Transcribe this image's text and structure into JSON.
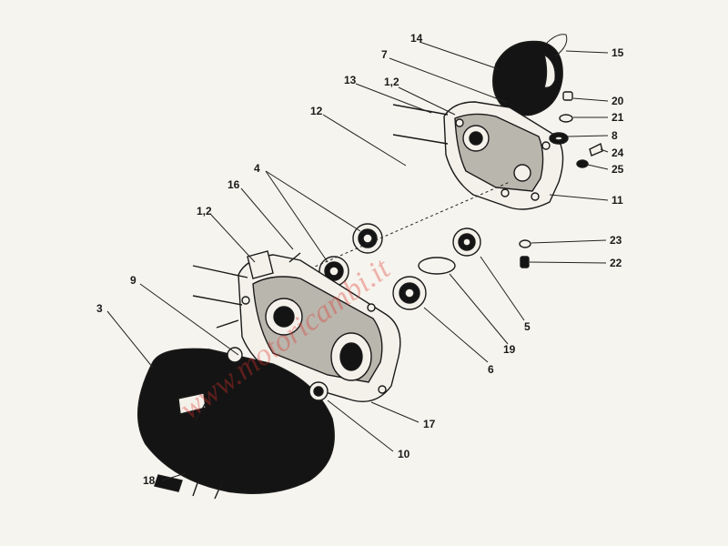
{
  "diagram": {
    "watermark": "www.motoricambi.it",
    "callouts": [
      {
        "id": "c1",
        "label": "14"
      },
      {
        "id": "c2",
        "label": "15"
      },
      {
        "id": "c3",
        "label": "7"
      },
      {
        "id": "c4",
        "label": "20"
      },
      {
        "id": "c5",
        "label": "13"
      },
      {
        "id": "c6",
        "label": "1,2"
      },
      {
        "id": "c7",
        "label": "21"
      },
      {
        "id": "c8",
        "label": "12"
      },
      {
        "id": "c9",
        "label": "8"
      },
      {
        "id": "c10",
        "label": "24"
      },
      {
        "id": "c11",
        "label": "25"
      },
      {
        "id": "c12",
        "label": "4"
      },
      {
        "id": "c13",
        "label": "16"
      },
      {
        "id": "c14",
        "label": "11"
      },
      {
        "id": "c15",
        "label": "1,2"
      },
      {
        "id": "c16",
        "label": "23"
      },
      {
        "id": "c17",
        "label": "22"
      },
      {
        "id": "c18",
        "label": "9"
      },
      {
        "id": "c19",
        "label": "3"
      },
      {
        "id": "c20",
        "label": "5"
      },
      {
        "id": "c21",
        "label": "19"
      },
      {
        "id": "c22",
        "label": "6"
      },
      {
        "id": "c23",
        "label": "17"
      },
      {
        "id": "c24",
        "label": "10"
      },
      {
        "id": "c25",
        "label": "18"
      }
    ]
  }
}
